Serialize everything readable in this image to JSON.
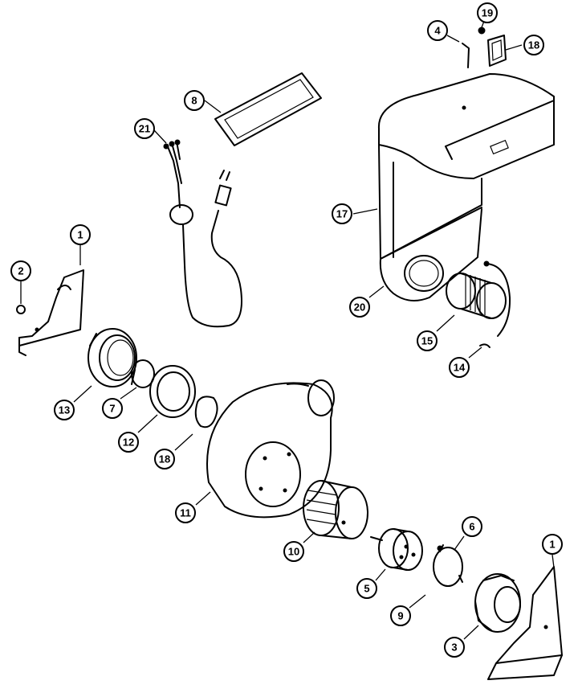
{
  "callouts": [
    {
      "id": "c19",
      "label": "19"
    },
    {
      "id": "c4",
      "label": "4"
    },
    {
      "id": "c18a",
      "label": "18"
    },
    {
      "id": "c8",
      "label": "8"
    },
    {
      "id": "c21",
      "label": "21"
    },
    {
      "id": "c17",
      "label": "17"
    },
    {
      "id": "c1a",
      "label": "1"
    },
    {
      "id": "c2",
      "label": "2"
    },
    {
      "id": "c20",
      "label": "20"
    },
    {
      "id": "c15",
      "label": "15"
    },
    {
      "id": "c14",
      "label": "14"
    },
    {
      "id": "c13",
      "label": "13"
    },
    {
      "id": "c7",
      "label": "7"
    },
    {
      "id": "c12",
      "label": "12"
    },
    {
      "id": "c18b",
      "label": "18"
    },
    {
      "id": "c11",
      "label": "11"
    },
    {
      "id": "c6",
      "label": "6"
    },
    {
      "id": "c1b",
      "label": "1"
    },
    {
      "id": "c10",
      "label": "10"
    },
    {
      "id": "c5",
      "label": "5"
    },
    {
      "id": "c9",
      "label": "9"
    },
    {
      "id": "c3",
      "label": "3"
    }
  ]
}
